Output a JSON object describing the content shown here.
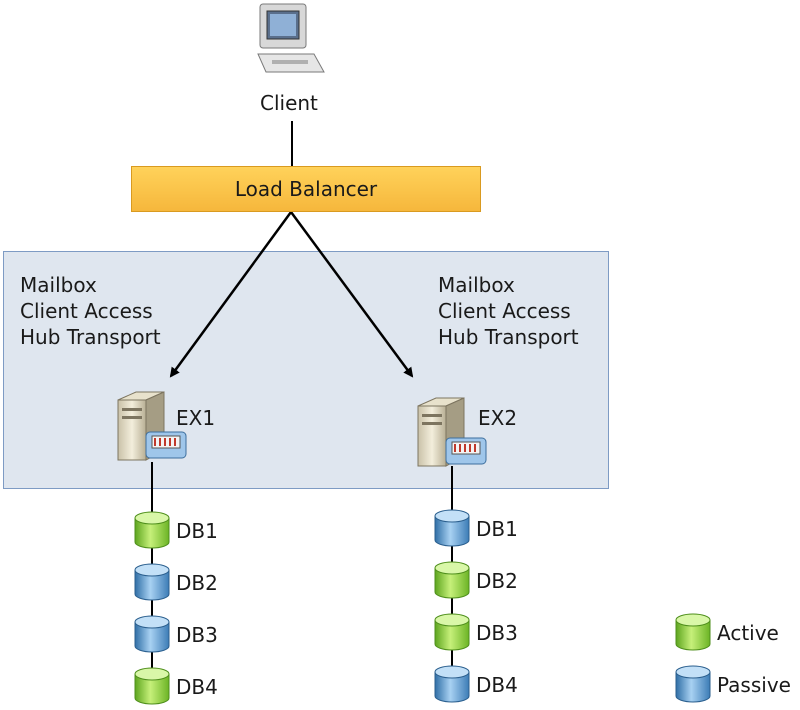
{
  "client": {
    "label": "Client",
    "icon": "computer-icon"
  },
  "load_balancer": {
    "label": "Load Balancer",
    "color": "#f6b73c"
  },
  "servers": [
    {
      "name": "EX1",
      "roles": [
        "Mailbox",
        "Client Access",
        "Hub Transport"
      ],
      "databases": [
        {
          "label": "DB1",
          "state": "active"
        },
        {
          "label": "DB2",
          "state": "passive"
        },
        {
          "label": "DB3",
          "state": "passive"
        },
        {
          "label": "DB4",
          "state": "active"
        }
      ]
    },
    {
      "name": "EX2",
      "roles": [
        "Mailbox",
        "Client Access",
        "Hub Transport"
      ],
      "databases": [
        {
          "label": "DB1",
          "state": "passive"
        },
        {
          "label": "DB2",
          "state": "active"
        },
        {
          "label": "DB3",
          "state": "active"
        },
        {
          "label": "DB4",
          "state": "passive"
        }
      ]
    }
  ],
  "legend": {
    "active": "Active",
    "passive": "Passive"
  },
  "colors": {
    "active": "#8fd13f",
    "passive": "#5d9ccf",
    "cluster_bg": "#dfe6ef"
  }
}
